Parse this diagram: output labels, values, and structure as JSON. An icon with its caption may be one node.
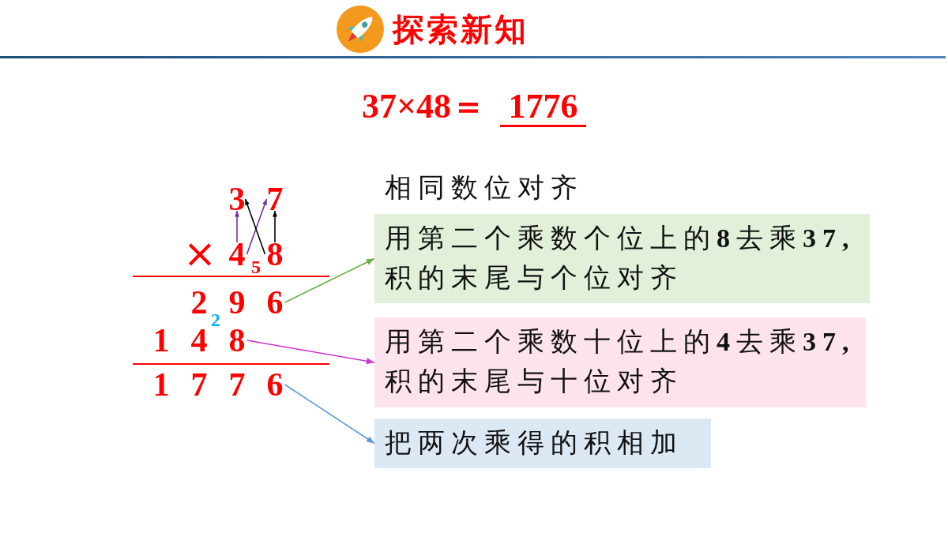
{
  "diagram": {
    "title": "探索新知",
    "nodes": [
      {
        "text": [
          "3"
        ]
      },
      {
        "text": [
          "7"
        ]
      },
      {
        "text": [
          "4"
        ]
      },
      {
        "text": [
          "8"
        ]
      },
      {
        "text": [
          "296"
        ]
      },
      {
        "text": [
          "148"
        ]
      },
      {
        "text": [
          "1776"
        ]
      },
      {
        "text": [
          "用第二个乘数个位上的**8**去乘**37,**积的末尾与个位对齐"
        ]
      },
      {
        "text": [
          "用第二个乘数十位上的**4**去乘**37,**积的末尾与十位对齐"
        ]
      },
      {
        "text": [
          "把两次乘得的积相加"
        ]
      }
    ],
    "edges": [
      {
        "from": 2,
        "to": 0,
        "arrow": "to",
        "color": "#7030a0"
      },
      {
        "from": 2,
        "to": 1,
        "arrow": "to",
        "color": "#7030a0"
      },
      {
        "from": 3,
        "to": 1,
        "arrow": "to",
        "color": "#000000"
      },
      {
        "from": 3,
        "to": 0,
        "arrow": "to",
        "color": "#000000"
      },
      {
        "from": 4,
        "to": 7,
        "arrow": "to",
        "color": "#70ad47"
      },
      {
        "from": 5,
        "to": 8,
        "arrow": "to",
        "color": "#cc33cc"
      },
      {
        "from": 6,
        "to": 9,
        "arrow": "to",
        "color": "#5b9bd5"
      }
    ],
    "labels": [
      "37×48＝",
      "1776",
      "相同数位对齐",
      "×",
      "5",
      "2"
    ]
  }
}
